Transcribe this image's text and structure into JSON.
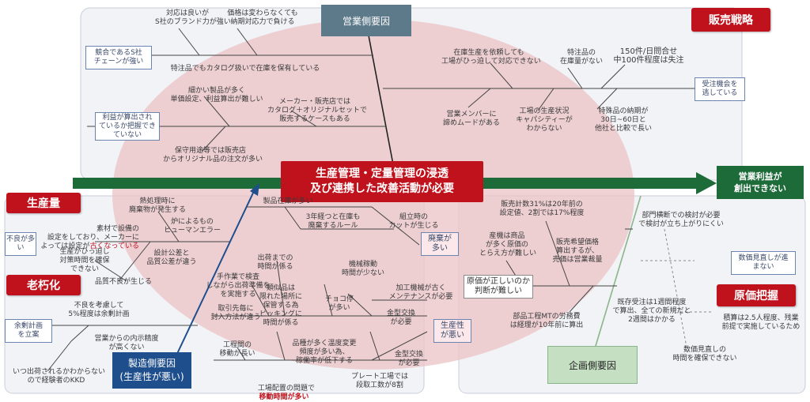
{
  "center_issue": "生産管理・定量管理の浸透\n及び連携した改善活動が必要",
  "result": "営業利益が\n創出できない",
  "heads": {
    "sales": "営業側要因",
    "manufacturing": "製造側要因\n(生産性が悪い)",
    "planning": "企画側要因"
  },
  "category_labels": {
    "sales_strategy": "販売戦略",
    "production_volume": "生産量",
    "aging": "老朽化",
    "cost_grasp": "原価把握"
  },
  "boxes": {
    "competitor": "競合であるS社\nチェーンが強い",
    "profit_calc": "利益が算出され\nているか把握でき\nていない",
    "order_miss": "受注機会を\n逃している",
    "defects": "不良が多\nい",
    "surplus_plan": "余剰計画\nを立案",
    "waste_many": "廃棄が\n多い",
    "productivity_bad": "生産性\nが悪い",
    "cost_correct": "原価が正しいのか\n判断が難しい",
    "price_review": "数価見直しが進\nまない"
  },
  "notes": {
    "s_brand": "対応は良いが\nS社のブランド力が強い",
    "same_price": "価格は変わらなくても\n納期対応力で負ける",
    "catalog": "特注品でもカタログ扱いで在庫を保有している",
    "hard_calc": "細かい製品が多く\n単価設定、利益算出が難しい",
    "maker_set": "メーカー・販売店では\nカタログ＋オリジナルセットで\n販売するケースもある",
    "maintenance": "保守用途等では販売店\nからオリジナル品の注文が多い",
    "stock_request": "在庫生産を依頼しても\n工場がひっ迫して対応できない",
    "few_stock": "特注品の\n在庫量がない",
    "lost_orders": "150件/日問合せ\n中100件程度は失注",
    "give_up": "営業メンバーに\n諦めムードがある",
    "capacity_unknown": "工場の生産状況\nキャパシティーが\nわからない",
    "long_lead": "特殊品の納期が\n30日~60日と\n他社と比較で長い",
    "heat_treat": "熱処理時に\n廃棄物が発生する",
    "material_setting": "素材で設備の\n設定をしており、メーカーに\nよっては設定が",
    "material_setting_red": "古くなっている",
    "furnace_error": "炉によるもの\nヒューマンエラー",
    "pressure_time": "生産がひっ迫し\n対策時間を確保\nできない",
    "design_tolerance": "設計公差と\n品質公差が違う",
    "quality_unstable": "品質不良が生じる",
    "product_inventory": "製品在庫が多い",
    "dispose_rule": "3年経つと在庫も\n廃棄するルール",
    "lot_large": "組立時の\nカットが生じる",
    "time_to_ship": "出荷までの\n時間が係る",
    "manual_check": "手作業で検査\nしながら出荷準備を\nを実施する",
    "similar_items": "類似品は\n限れた場所に\n保管する為\nピッキングに\n時間が係る",
    "wait_transport": "取引先毎に\n封入方法が違う",
    "defect_rate": "不良を考慮して\n5%程度は余剰計画",
    "machine_move": "機械稼動\n時間が少ない",
    "maintenance_old": "加工機械が古く\nメンテナンスが必要",
    "chokotei": "チョコ停\nが多い",
    "mold_change": "金型交換\nが必要",
    "process_move": "工程間の\n移動が長い",
    "quality_fluct": "品種が多く温度変更\n頻度が多い為、\n稼働率が低下する",
    "mold_change2": "金型交換\nが必要",
    "insufficient": "営業からの内示精度\nが高くない",
    "kkd": "いつ出荷されるかわからない\nので経験者のKKD",
    "layout_issue": "工場配置の問題で",
    "layout_issue_red": "移動時間が多い",
    "plate_process": "プレート工場では\n段取工数が8割",
    "price_history": "販売計数31%は20年前の\n設定値、2割では17%程度",
    "raw_cost": "産機は商品\nが多く原価の\nとらえ方が難しい",
    "sales_price": "販売希望価格\n算出するが、\n売価は営業裁量",
    "horizontal": "部門横断での検討が必要\nで検討が立ち上がりにくい",
    "mt_hours": "部品工程MTの労務費\nは経理が10年前に算出",
    "backorder": "既存受注は1週間程度\nで算出、全ての新規だと\n2週間はかかる",
    "estimate": "積算は2.5人程度、残業\n前提で実施しているため",
    "review_time": "数価見直しの\n時間を確保できない"
  }
}
